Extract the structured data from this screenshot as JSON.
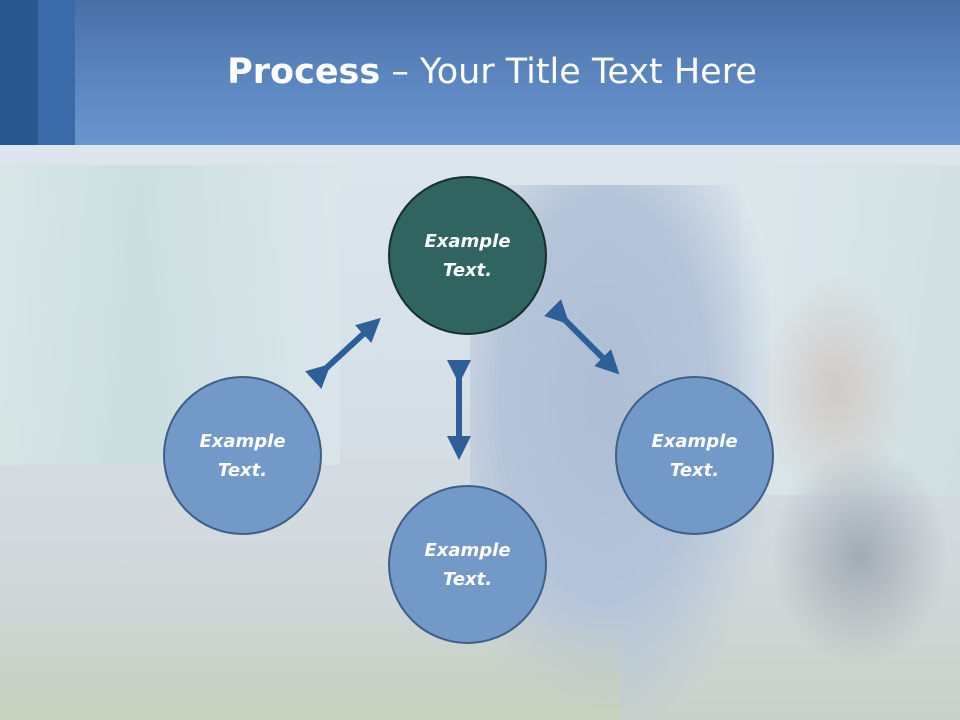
{
  "title": {
    "bold": "Process",
    "rest": " – Your Title Text Here"
  },
  "nodes": {
    "top": {
      "line1": "Example",
      "line2": "Text."
    },
    "left": {
      "line1": "Example",
      "line2": "Text."
    },
    "right": {
      "line1": "Example",
      "line2": "Text."
    },
    "bottom": {
      "line1": "Example",
      "line2": "Text."
    }
  },
  "colors": {
    "header": "#5c86c0",
    "node_highlight": "#2f6461",
    "node": "#7399c8",
    "arrow": "#2e5f98"
  }
}
